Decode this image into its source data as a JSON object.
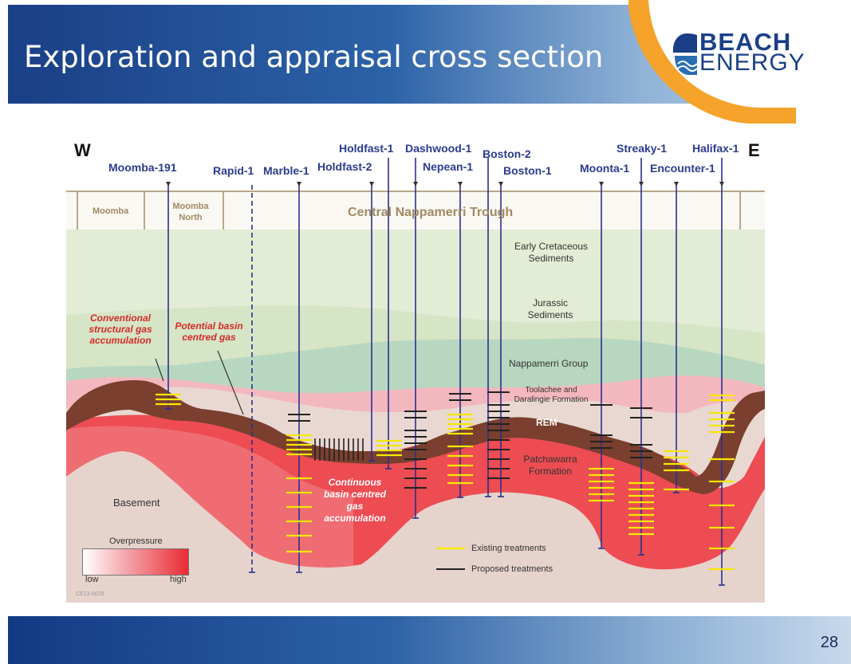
{
  "slide": {
    "title": "Exploration and appraisal cross section",
    "page_number": "28"
  },
  "logo": {
    "line1": "BEACH",
    "line2": "ENERGY"
  },
  "diagram": {
    "west_label": "W",
    "east_label": "E",
    "regions": [
      "Moomba",
      "Moomba North",
      "Central Nappamerri Trough"
    ],
    "wells": [
      {
        "name": "Moomba-191"
      },
      {
        "name": "Rapid-1"
      },
      {
        "name": "Marble-1"
      },
      {
        "name": "Holdfast-1"
      },
      {
        "name": "Holdfast-2"
      },
      {
        "name": "Dashwood-1"
      },
      {
        "name": "Nepean-1"
      },
      {
        "name": "Boston-2"
      },
      {
        "name": "Boston-1"
      },
      {
        "name": "Moonta-1"
      },
      {
        "name": "Streaky-1"
      },
      {
        "name": "Encounter-1"
      },
      {
        "name": "Halifax-1"
      }
    ],
    "layers": {
      "early_cretaceous": "Early Cretaceous Sediments",
      "jurassic": "Jurassic Sediments",
      "nappamerri": "Nappamerri Group",
      "toolachee": "Toolachee and Daralingie Formation",
      "rem": "REM",
      "patchawarra": "Patchawarra Formation",
      "basement": "Basement"
    },
    "annotations": {
      "conventional": "Conventional structural gas accumulation",
      "potential": "Potential basin centred gas",
      "continuous": "Continuous basin centred gas accumulation"
    },
    "legend": {
      "overpressure_title": "Overpressure",
      "low": "low",
      "high": "high",
      "existing": "Existing treatments",
      "proposed": "Proposed treatments",
      "figure_code": "CE13-0029"
    }
  },
  "colors": {
    "header_dark": "#1a3f86",
    "well_line": "#2b2f8f",
    "existing_arrow": "#f5e800",
    "proposed_arrow": "#222222",
    "annotation_red": "#d32a2a",
    "rem_brown": "#7a3f2e"
  }
}
